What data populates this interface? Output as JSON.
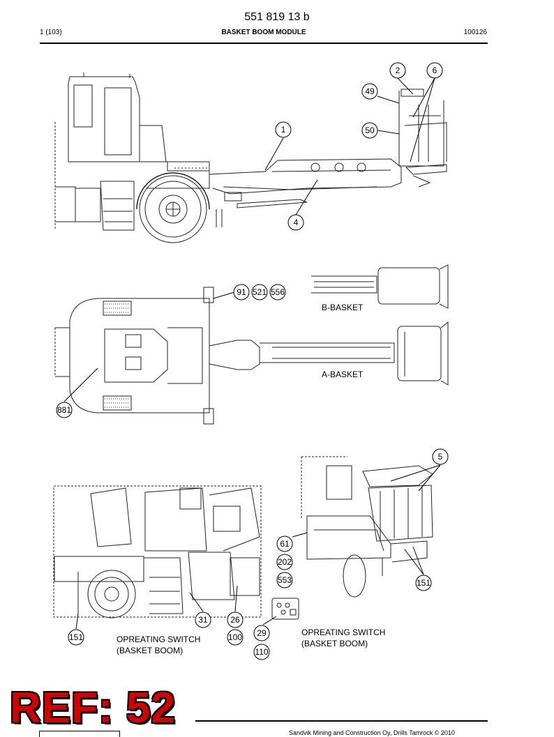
{
  "header": {
    "doc_number": "551 819 13 b",
    "page_count": "1 (103)",
    "title": "BASKET BOOM MODULE",
    "date_code": "100126"
  },
  "callouts": {
    "c2": "2",
    "c6": "6",
    "c49": "49",
    "c1": "1",
    "c50": "50",
    "c4": "4",
    "c91": "91",
    "c521": "521",
    "c556": "556",
    "c881": "881",
    "c5": "5",
    "c61": "61",
    "c202": "202",
    "c553": "553",
    "c151r": "151",
    "c151l": "151",
    "c31": "31",
    "c26": "26",
    "c100": "100",
    "c29": "29",
    "c110": "110"
  },
  "labels": {
    "b_basket": "B-BASKET",
    "a_basket": "A-BASKET",
    "switch_left_1": "OPREATING SWITCH",
    "switch_left_2": "(BASKET BOOM)",
    "switch_right_1": "OPREATING SWITCH",
    "switch_right_2": "(BASKET BOOM)"
  },
  "stamp": {
    "text": "REF: 52",
    "color": "#d40000"
  },
  "footer": {
    "copyright": "Sandvik Mining and Construction Oy, Drills Tamrock © 2010"
  }
}
